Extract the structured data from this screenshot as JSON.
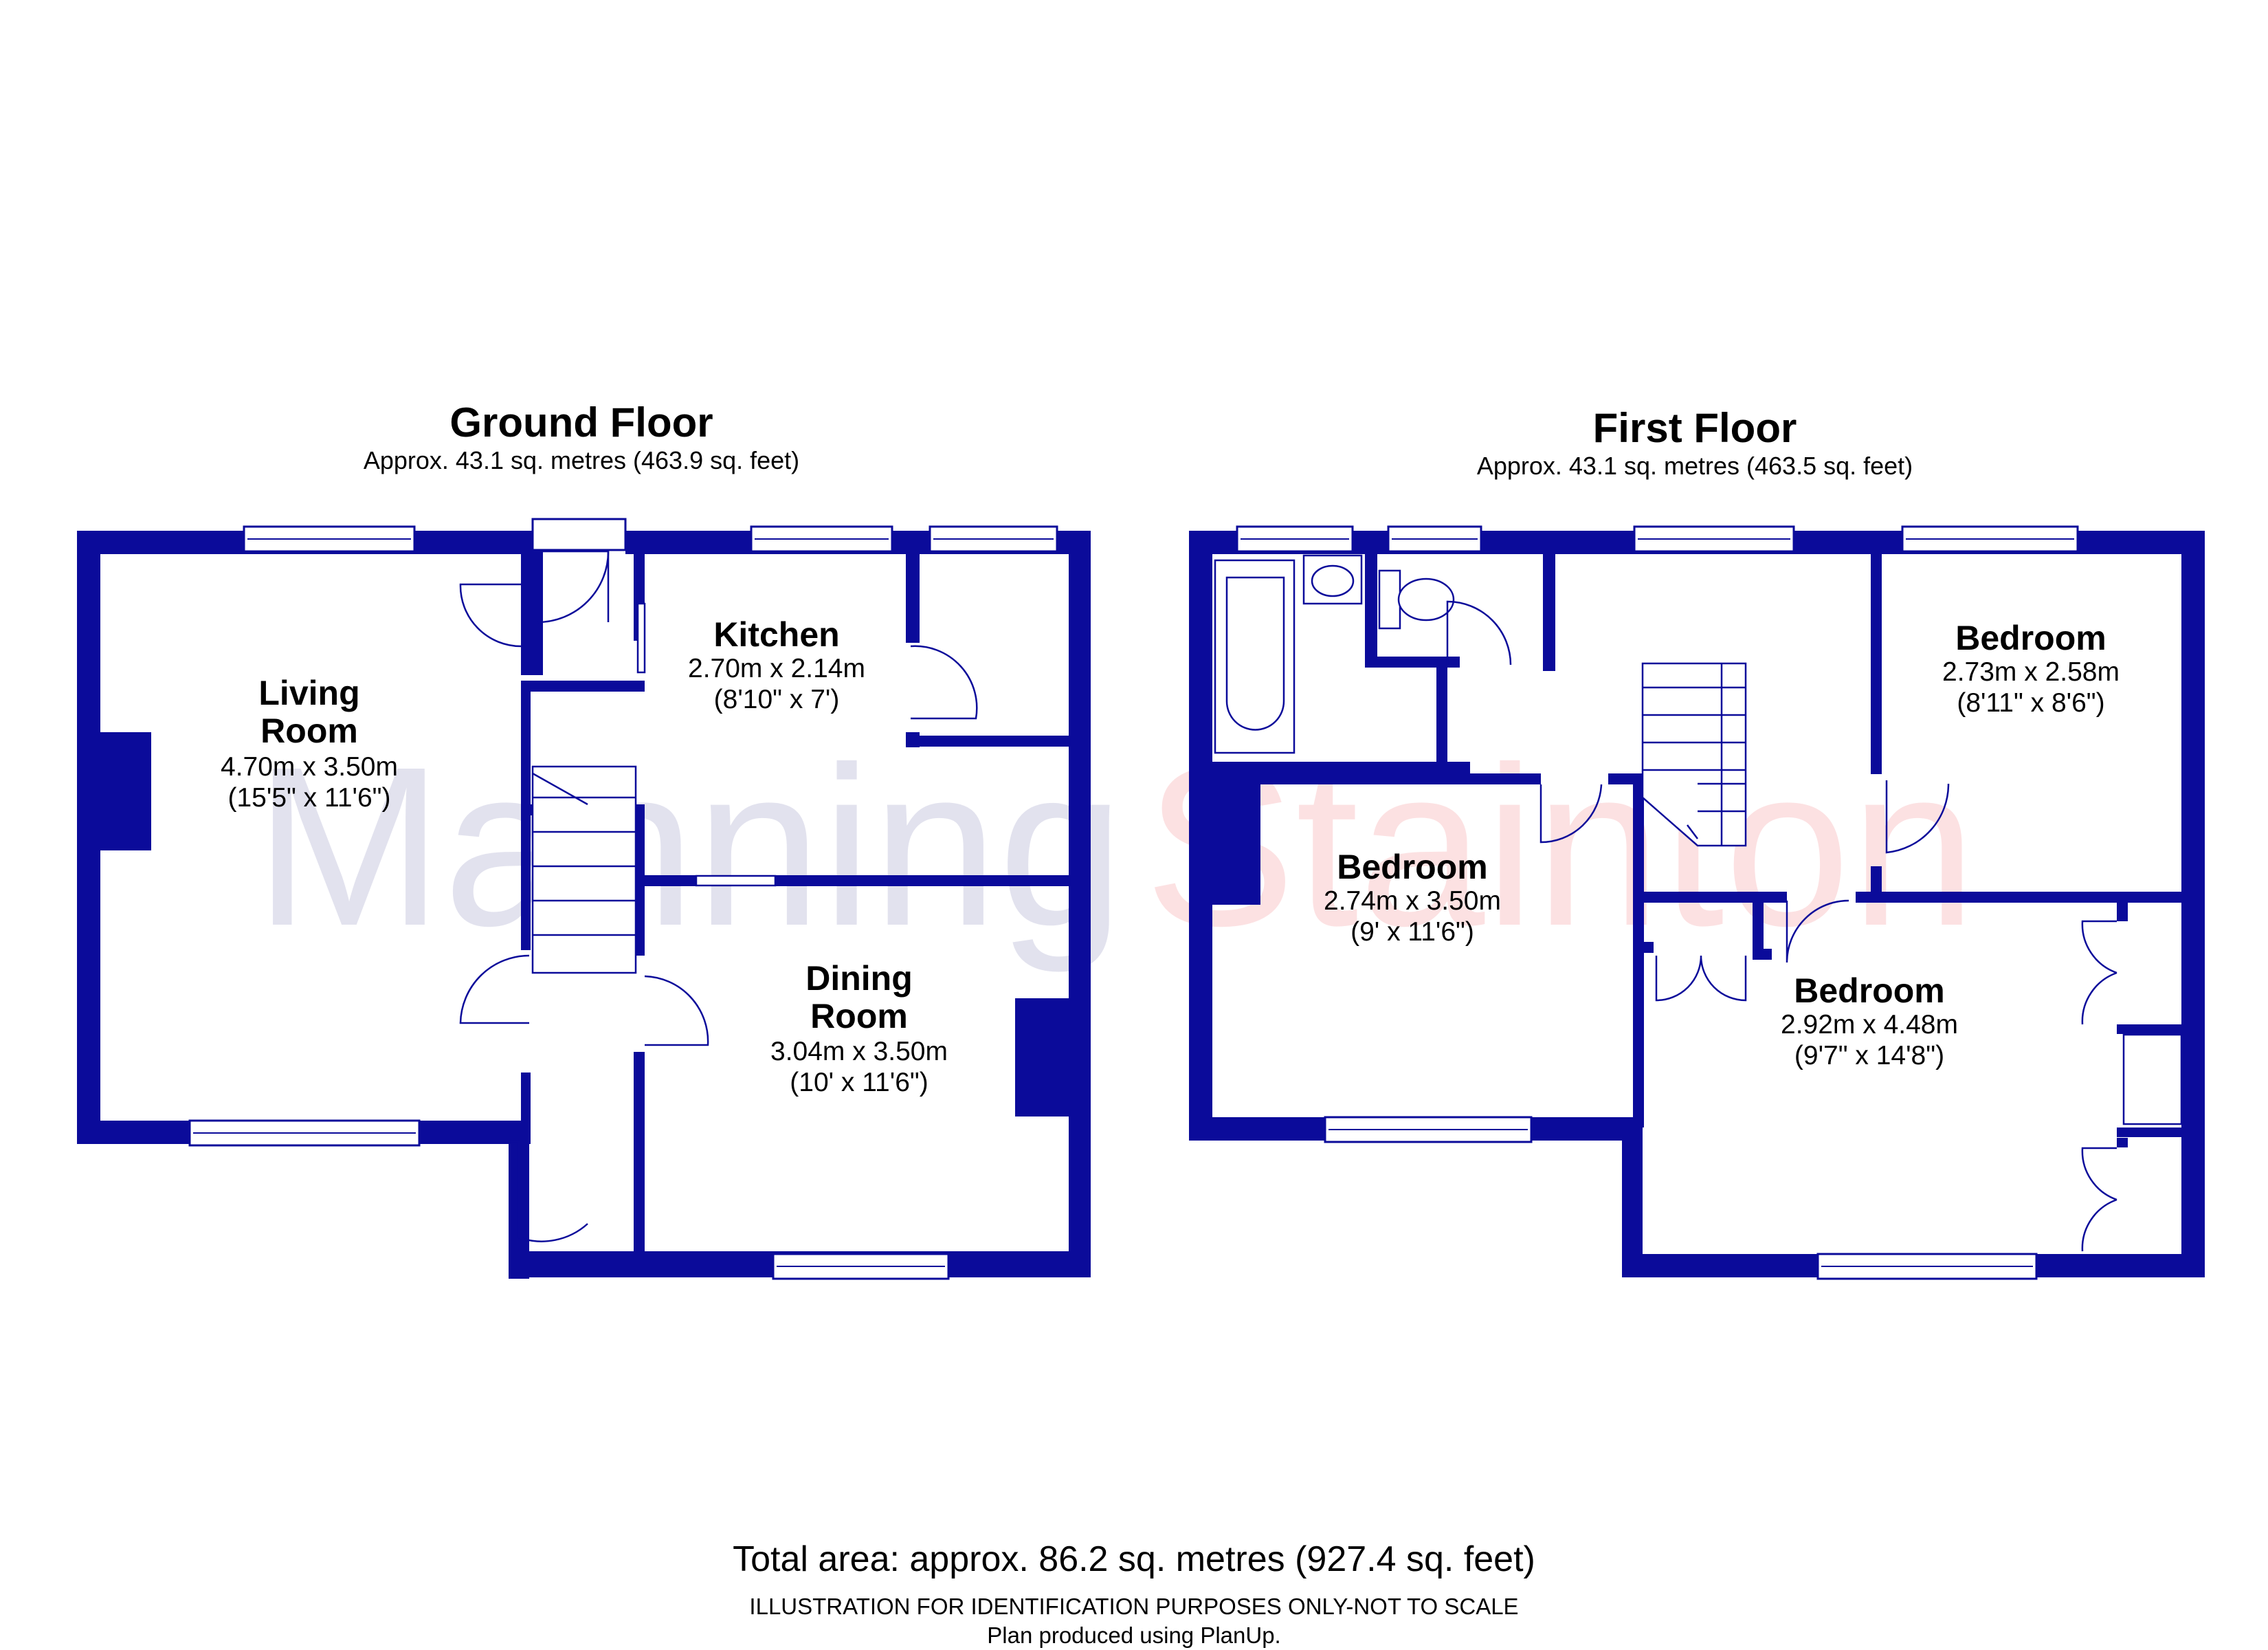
{
  "watermark": {
    "part1": "Manning",
    "part2": "Stainton",
    "color1": "#1a1a7a",
    "color2": "#e8141e"
  },
  "colors": {
    "wall": "#0b0b9a"
  },
  "ground_floor": {
    "title": "Ground Floor",
    "area": "Approx. 43.1 sq. metres (463.9 sq. feet)",
    "rooms": [
      {
        "name_line1": "Living",
        "name_line2": "Room",
        "metric": "4.70m x 3.50m",
        "imperial": "(15'5\" x 11'6\")"
      },
      {
        "name_line1": "Kitchen",
        "metric": "2.70m x 2.14m",
        "imperial": "(8'10\" x 7')"
      },
      {
        "name_line1": "Dining",
        "name_line2": "Room",
        "metric": "3.04m x 3.50m",
        "imperial": "(10' x 11'6\")"
      }
    ]
  },
  "first_floor": {
    "title": "First Floor",
    "area": "Approx. 43.1 sq. metres (463.5 sq. feet)",
    "rooms": [
      {
        "name_line1": "Bedroom",
        "metric": "2.73m x 2.58m",
        "imperial": "(8'11\" x 8'6\")"
      },
      {
        "name_line1": "Bedroom",
        "metric": "2.74m x 3.50m",
        "imperial": "(9' x 11'6\")"
      },
      {
        "name_line1": "Bedroom",
        "metric": "2.92m x 4.48m",
        "imperial": "(9'7\" x 14'8\")"
      }
    ]
  },
  "footer": {
    "total": "Total area: approx. 86.2 sq. metres (927.4 sq. feet)",
    "disclaimer": "ILLUSTRATION FOR IDENTIFICATION PURPOSES ONLY-NOT TO SCALE",
    "credit": "Plan produced using PlanUp."
  }
}
